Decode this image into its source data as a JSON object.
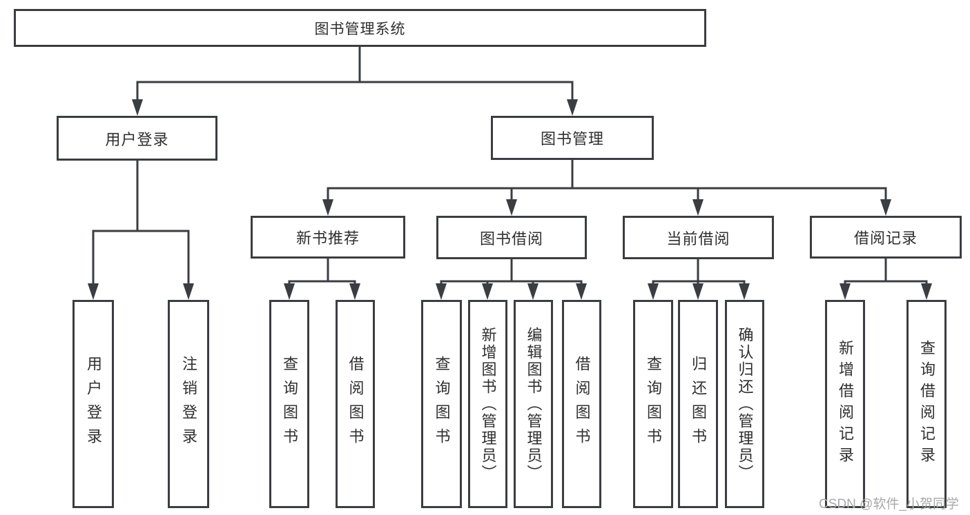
{
  "diagram": {
    "root": {
      "label": "图书管理系统"
    },
    "branches": {
      "user_login": {
        "label": "用户登录"
      },
      "book_mgmt": {
        "label": "图书管理"
      }
    },
    "modules": {
      "new_book": {
        "label": "新书推荐"
      },
      "book_borrow": {
        "label": "图书借阅"
      },
      "current_borrow": {
        "label": "当前借阅"
      },
      "borrow_record": {
        "label": "借阅记录"
      }
    },
    "functions": {
      "user_login": {
        "label": "用户登录"
      },
      "logout": {
        "label": "注销登录"
      },
      "nb_query_book": {
        "label": "查询图书"
      },
      "nb_borrow_book": {
        "label": "借阅图书"
      },
      "bb_query_book": {
        "label": "查询图书"
      },
      "bb_add_book": {
        "label": "新增图书（管理员）"
      },
      "bb_edit_book": {
        "label": "编辑图书（管理员）"
      },
      "bb_borrow_book": {
        "label": "借阅图书"
      },
      "cb_query_book": {
        "label": "查询图书"
      },
      "cb_return_book": {
        "label": "归还图书"
      },
      "cb_confirm_return": {
        "label": "确认归还（管理员）"
      },
      "br_add_record": {
        "label": "新增借阅记录"
      },
      "br_query_record": {
        "label": "查询借阅记录"
      }
    },
    "watermark": {
      "label": "CSDN @软件_小贺同学"
    },
    "colors": {
      "line": "#3a3d41",
      "text": "#2f2f2f",
      "watermark": "#a8a8a8",
      "background": "#ffffff"
    }
  }
}
